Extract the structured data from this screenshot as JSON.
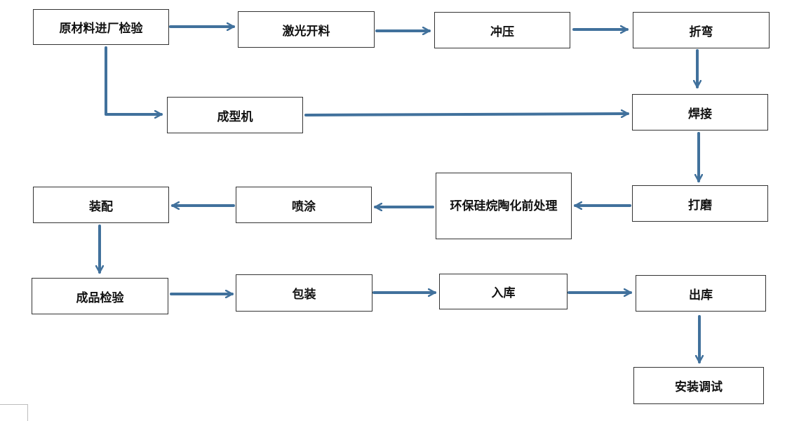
{
  "colors": {
    "arrow": "#41719c",
    "border": "#333333",
    "text": "#111111"
  },
  "steps": {
    "raw_inspection": "原材料进厂检验",
    "laser_cutting": "激光开料",
    "stamping": "冲压",
    "bending": "折弯",
    "forming_machine": "成型机",
    "welding": "焊接",
    "grinding": "打磨",
    "pretreatment": "环保硅烷陶化前处理",
    "spraying": "喷涂",
    "assembly": "装配",
    "final_inspection": "成品检验",
    "packaging": "包装",
    "warehousing": "入库",
    "shipping": "出库",
    "installation": "安装调试"
  },
  "connections": [
    [
      "raw_inspection",
      "laser_cutting"
    ],
    [
      "laser_cutting",
      "stamping"
    ],
    [
      "stamping",
      "bending"
    ],
    [
      "bending",
      "welding"
    ],
    [
      "raw_inspection",
      "forming_machine"
    ],
    [
      "forming_machine",
      "welding"
    ],
    [
      "welding",
      "grinding"
    ],
    [
      "grinding",
      "pretreatment"
    ],
    [
      "pretreatment",
      "spraying"
    ],
    [
      "spraying",
      "assembly"
    ],
    [
      "assembly",
      "final_inspection"
    ],
    [
      "final_inspection",
      "packaging"
    ],
    [
      "packaging",
      "warehousing"
    ],
    [
      "warehousing",
      "shipping"
    ],
    [
      "shipping",
      "installation"
    ]
  ]
}
